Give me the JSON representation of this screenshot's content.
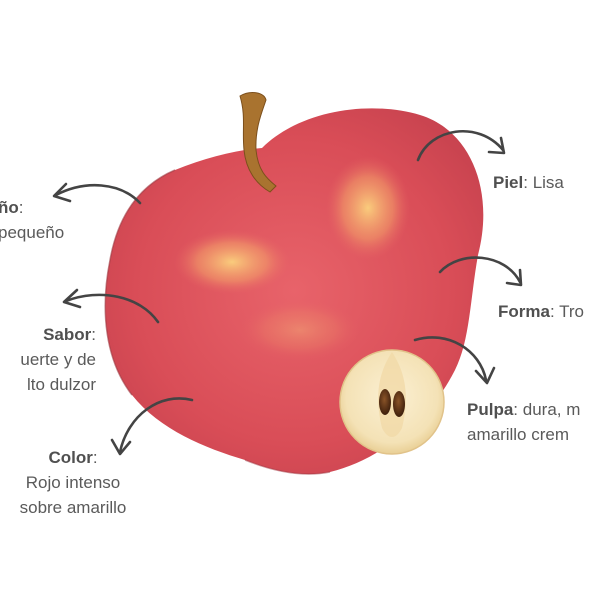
{
  "labels": {
    "tamano": {
      "title": "ño",
      "line1": "pequeño"
    },
    "sabor": {
      "title": "Sabor",
      "line1": "uerte y de",
      "line2": "lto dulzor"
    },
    "color": {
      "title": "Color",
      "line1": "Rojo intenso",
      "line2": "sobre amarillo"
    },
    "piel": {
      "title": "Piel",
      "value": "Lisa"
    },
    "forma": {
      "title": "Forma",
      "value": "Tro"
    },
    "pulpa": {
      "title": "Pulpa",
      "value": "dura, m",
      "line2": "amarillo crem"
    }
  },
  "colors": {
    "apple_red": "#d94d57",
    "apple_light": "#f4b86a",
    "stem": "#a9732f",
    "arrow": "#444444",
    "flesh": "#f7e8c4",
    "seed": "#4a2510"
  }
}
